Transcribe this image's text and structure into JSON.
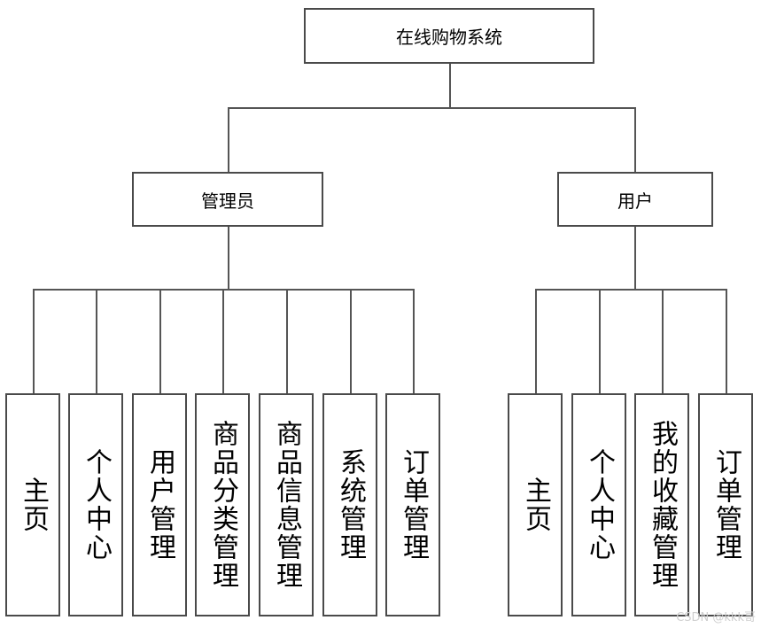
{
  "root": {
    "label": "在线购物系统"
  },
  "admin": {
    "label": "管理员",
    "children": [
      "主页",
      "个人中心",
      "用户管理",
      "商品分类管理",
      "商品信息管理",
      "系统管理",
      "订单管理"
    ]
  },
  "user": {
    "label": "用户",
    "children": [
      "主页",
      "个人中心",
      "我的收藏管理",
      "订单管理"
    ]
  },
  "watermark": "CSDN @kkk哥"
}
